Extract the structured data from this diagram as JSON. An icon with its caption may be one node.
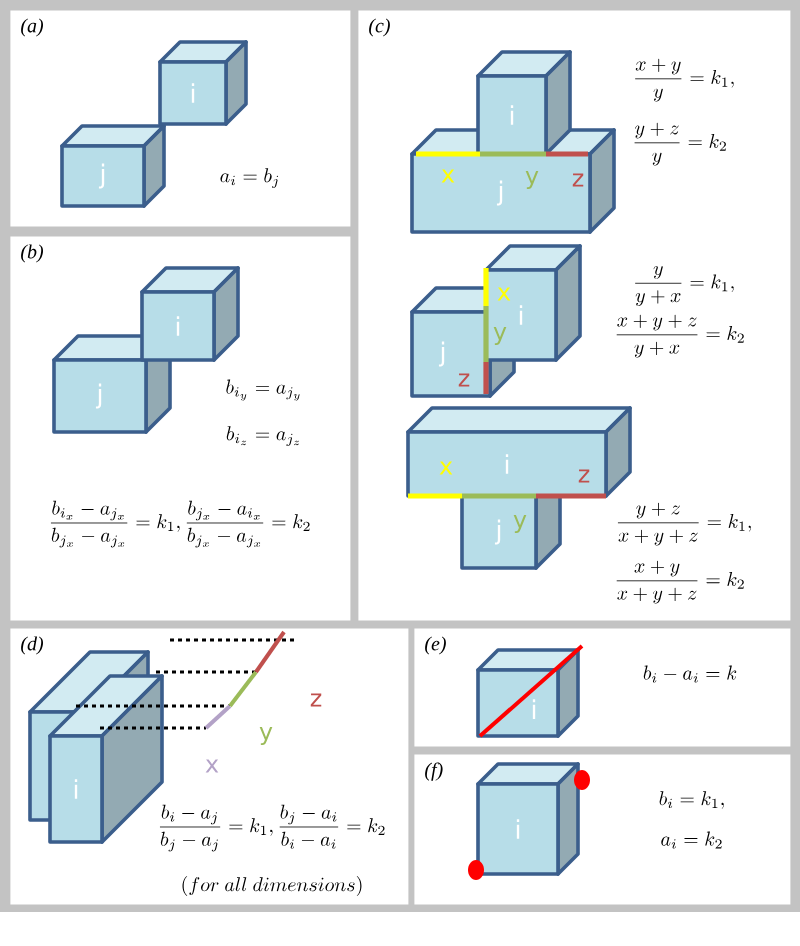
{
  "diagram": {
    "nodes": [
      {
        "text": [
          "(a)",
          "a_i = b_j"
        ]
      },
      {
        "text": [
          "i"
        ],
        "in": 0
      },
      {
        "text": [
          "j"
        ],
        "in": 0
      },
      {
        "text": [
          "(b)",
          "b_{i_y} = a_{j_y}",
          "b_{i_z} = a_{j_z}",
          "\\frac{b_{i_x}-a_{j_x}}{b_{j_x}-a_{j_x}} = k_1, \\frac{b_{j_x}-a_{i_x}}{b_{j_x}-a_{j_x}} = k_2"
        ]
      },
      {
        "text": [
          "i"
        ],
        "in": 3
      },
      {
        "text": [
          "j"
        ],
        "in": 3
      },
      {
        "text": [
          "(c)",
          "\\frac{x+y}{y} = k_1,",
          "\\frac{y+z}{y} = k_2",
          "\\frac{y}{y+x} = k_1,",
          "\\frac{x+y+z}{y+x} = k_2",
          "\\frac{y+z}{x+y+z} = k_1,",
          "\\frac{x+y}{x+y+z} = k_2"
        ]
      },
      {
        "text": [
          "i"
        ],
        "in": 6
      },
      {
        "text": [
          "j"
        ],
        "in": 6
      },
      {
        "text": [
          "i"
        ],
        "in": 6
      },
      {
        "text": [
          "j"
        ],
        "in": 6
      },
      {
        "text": [
          "i"
        ],
        "in": 6
      },
      {
        "text": [
          "j"
        ],
        "in": 6
      },
      {
        "text": [
          "(d)",
          "\\frac{b_i-a_j}{b_j-a_j} = k_1, \\frac{b_j-a_i}{b_i-a_i} = k_2",
          "(for\\ all\\ dimensions)"
        ]
      },
      {
        "text": [],
        "shape": "box",
        "in": 13
      },
      {
        "text": [
          "i"
        ],
        "in": 13
      },
      {
        "text": [
          "(e)",
          "b_i - a_i = k"
        ]
      },
      {
        "text": [
          "i"
        ],
        "in": 16
      },
      {
        "text": [
          "(f)",
          "b_i = k_1,",
          "a_i = k_2"
        ]
      },
      {
        "text": [
          "i"
        ],
        "in": 18
      }
    ],
    "labels": [
      "x",
      "y",
      "z",
      "x",
      "y",
      "z",
      "x",
      "z",
      "y",
      "z",
      "y",
      "x"
    ]
  }
}
